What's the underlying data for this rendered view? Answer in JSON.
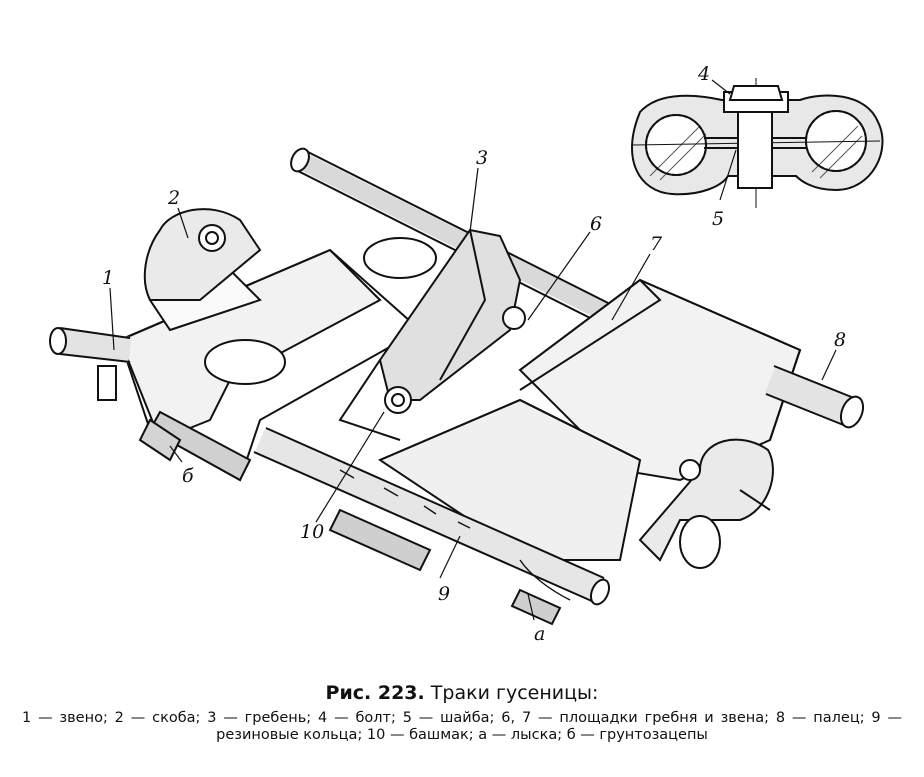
{
  "figure": {
    "labels": {
      "l1": "1",
      "l2": "2",
      "l3": "3",
      "l4": "4",
      "l5": "5",
      "l6": "6",
      "l7": "7",
      "l8": "8",
      "l9": "9",
      "l10": "10",
      "la": "а",
      "lb": "б"
    }
  },
  "caption": {
    "figure_prefix": "Рис. 223.",
    "title": "Траки гусеницы:",
    "legend": "1 — звено; 2 — скоба; 3 — гребень; 4 — болт; 5 — шайба; 6, 7 — площадки гребня и звена; 8 — палец; 9 — резиновые кольца; 10 — башмак; а — лыска; б — грунтозацепы"
  }
}
